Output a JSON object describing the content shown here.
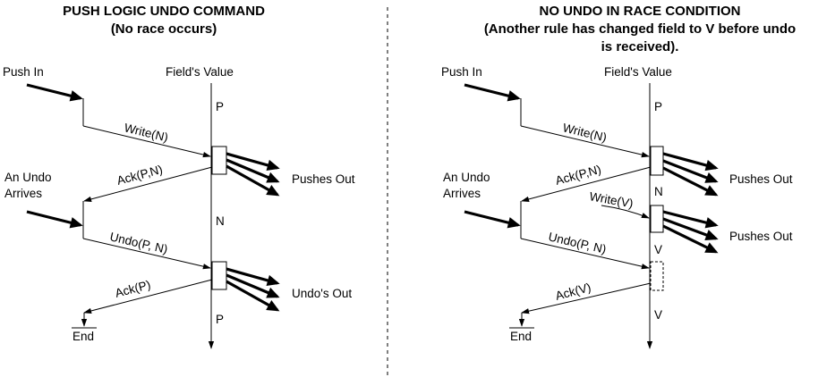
{
  "left": {
    "title_line1": "PUSH LOGIC UNDO COMMAND",
    "title_line2": "(No race occurs)",
    "push_in": "Push In",
    "field_value": "Field's Value",
    "write": "Write(N)",
    "ack1": "Ack(P,N)",
    "undo_arrives_1": "An Undo",
    "undo_arrives_2": "Arrives",
    "undo": "Undo(P, N)",
    "ack2": "Ack(P)",
    "end": "End",
    "val_p_top": "P",
    "val_n": "N",
    "val_p_bottom": "P",
    "pushes_out": "Pushes Out",
    "undos_out": "Undo's Out"
  },
  "right": {
    "title_line1": "NO UNDO IN RACE CONDITION",
    "title_line2": "(Another rule has changed field to V before undo",
    "title_line3": "is received).",
    "push_in": "Push In",
    "field_value": "Field's Value",
    "write": "Write(N)",
    "ack1": "Ack(P,N)",
    "undo_arrives_1": "An Undo",
    "undo_arrives_2": "Arrives",
    "write_v": "Write(V)",
    "undo": "Undo(P, N)",
    "ack2": "Ack(V)",
    "end": "End",
    "val_p": "P",
    "val_n": "N",
    "val_v1": "V",
    "val_v2": "V",
    "pushes_out_1": "Pushes Out",
    "pushes_out_2": "Pushes Out"
  }
}
